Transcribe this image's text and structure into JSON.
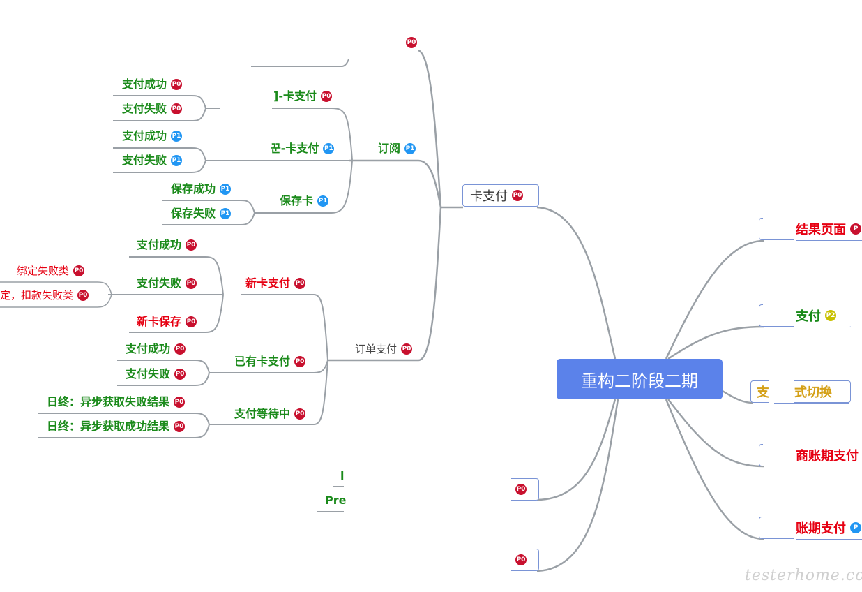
{
  "root": "重构二阶段二期",
  "watermark": "testerhome.com",
  "card_pay": {
    "label": "卡支付",
    "priority": "P0"
  },
  "top_stub": {
    "priority": "P0"
  },
  "subscribe": {
    "label": "订阅",
    "priority": "P1"
  },
  "existing_card_pay_cut": {
    "label": "]-卡支付",
    "priority": "P0"
  },
  "existing_card_pay_children": [
    {
      "label": "支付成功",
      "priority": "P0"
    },
    {
      "label": "支付失败",
      "priority": "P0"
    }
  ],
  "new_card_pay_cut": {
    "label": "꾼-卡支付",
    "priority": "P1"
  },
  "new_card_pay_children": [
    {
      "label": "支付成功",
      "priority": "P1"
    },
    {
      "label": "支付失败",
      "priority": "P1"
    }
  ],
  "save_card": {
    "label": "保存卡",
    "priority": "P1"
  },
  "save_card_children": [
    {
      "label": "保存成功",
      "priority": "P1"
    },
    {
      "label": "保存失败",
      "priority": "P1"
    }
  ],
  "order_pay": {
    "label": "订单支付",
    "priority": "P0"
  },
  "new_card_payment": {
    "label": "新卡支付",
    "priority": "P0"
  },
  "new_card_payment_children": [
    {
      "label": "支付成功",
      "priority": "P0"
    },
    {
      "label": "支付失败",
      "priority": "P0"
    },
    {
      "label": "新卡保存",
      "priority": "P0"
    }
  ],
  "bind_fail": [
    {
      "label": "绑定失败类",
      "priority": "P0"
    },
    {
      "label": "定，扣款失败类",
      "priority": "P0"
    }
  ],
  "existing_card_payment": {
    "label": "已有卡支付",
    "priority": "P0"
  },
  "existing_card_payment_children": [
    {
      "label": "支付成功",
      "priority": "P0"
    },
    {
      "label": "支付失败",
      "priority": "P0"
    }
  ],
  "pay_waiting": {
    "label": "支付等待中",
    "priority": "P0"
  },
  "pay_waiting_children": [
    {
      "label": "日终：异步获取失败结果",
      "priority": "P0"
    },
    {
      "label": "日终：异步获取成功结果",
      "priority": "P0"
    }
  ],
  "partial_left": [
    {
      "label": "i"
    },
    {
      "label": "Pre"
    }
  ],
  "left_lower_stubs": [
    {
      "label": "",
      "priority": "P0"
    },
    {
      "label": "",
      "priority": "P0"
    }
  ],
  "right_nodes": [
    {
      "label": "结果页面",
      "priority": "P",
      "color": "#e60012"
    },
    {
      "label": "支付",
      "priority": "P2",
      "color": "#1a8a1a"
    },
    {
      "label": "式切换",
      "prefix": "支",
      "priority": "",
      "color": "#d4a017"
    },
    {
      "label": "商账期支付",
      "priority": "",
      "color": "#e60012"
    },
    {
      "label": "账期支付",
      "priority": "P",
      "color": "#e60012"
    }
  ]
}
